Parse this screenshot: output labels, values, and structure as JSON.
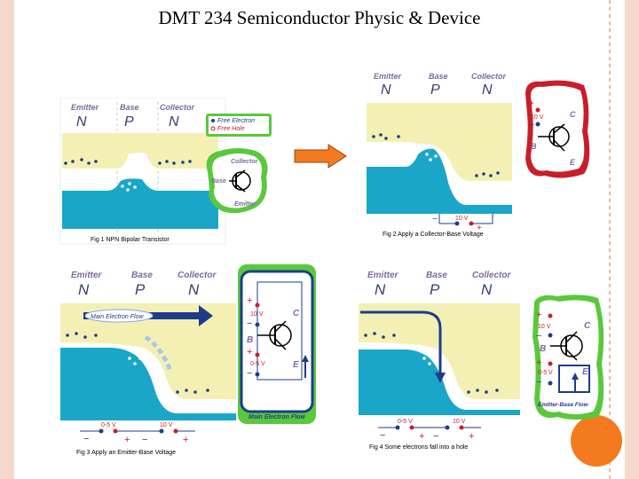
{
  "title": "DMT 234 Semiconductor Physic & Device",
  "labels": {
    "emitter": "Emitter",
    "base": "Base",
    "collector": "Collector",
    "n": "N",
    "p": "P",
    "b": "B",
    "c": "C",
    "e": "E"
  },
  "legend": {
    "free_electron": "Free Electron",
    "free_hole": "Free Hole"
  },
  "symbol": {
    "collector": "Collector",
    "base": "Base",
    "emitter": "Emitter"
  },
  "voltages": {
    "v10": "10 V",
    "v05": "0-5 V"
  },
  "signs": {
    "plus": "+",
    "minus": "−"
  },
  "flows": {
    "main_electron_flow": "Main Electron Flow",
    "emitter_base_flow": "Emitter-Base Flow"
  },
  "captions": {
    "fig1": "Fig 1  NPN Bipolar Transistor",
    "fig2": "Fig 2  Apply a Collector-Base Voltage",
    "fig3": "Fig 3  Apply an Emitter-Base Voltage",
    "fig4": "Fig 4  Some electrons fall into a hole"
  },
  "colors": {
    "yellow": "#f4f0b4",
    "cyan": "#1aa6c9",
    "green": "#5ac83c",
    "red": "#c81e2a",
    "blue": "#1e3c8c",
    "arrow": "#f47a1f"
  }
}
